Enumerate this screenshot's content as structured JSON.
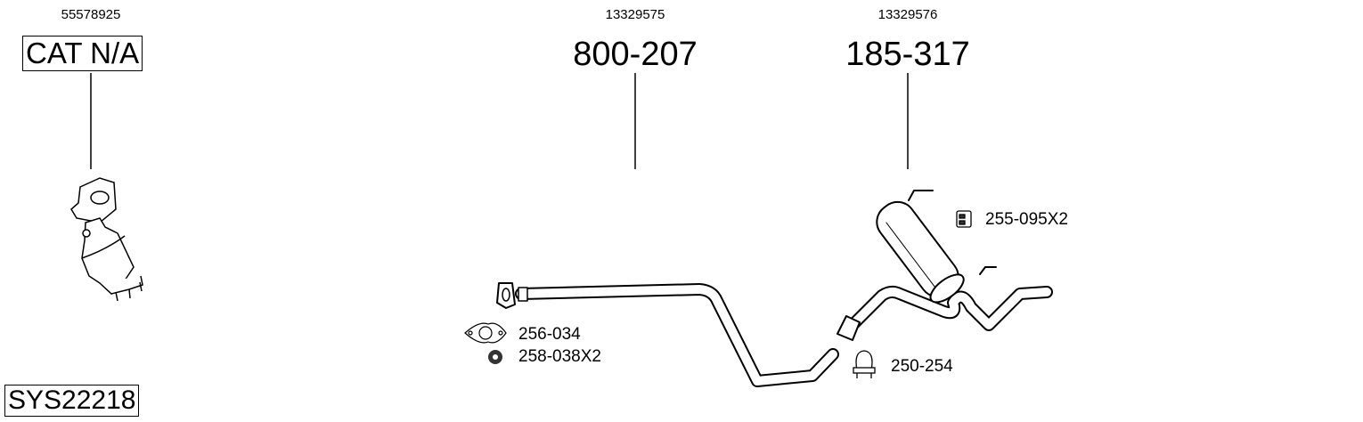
{
  "system_code": "SYS22218",
  "parts": [
    {
      "oe_number": "55578925",
      "part_number": "CAT N/A",
      "name": "catalytic-converter"
    },
    {
      "oe_number": "13329575",
      "part_number": "800-207",
      "name": "center-pipe"
    },
    {
      "oe_number": "13329576",
      "part_number": "185-317",
      "name": "rear-silencer"
    }
  ],
  "accessories": [
    {
      "part_number": "256-034",
      "name": "gasket"
    },
    {
      "part_number": "258-038X2",
      "name": "nut"
    },
    {
      "part_number": "250-254",
      "name": "clamp"
    },
    {
      "part_number": "255-095X2",
      "name": "rubber-mount"
    }
  ]
}
